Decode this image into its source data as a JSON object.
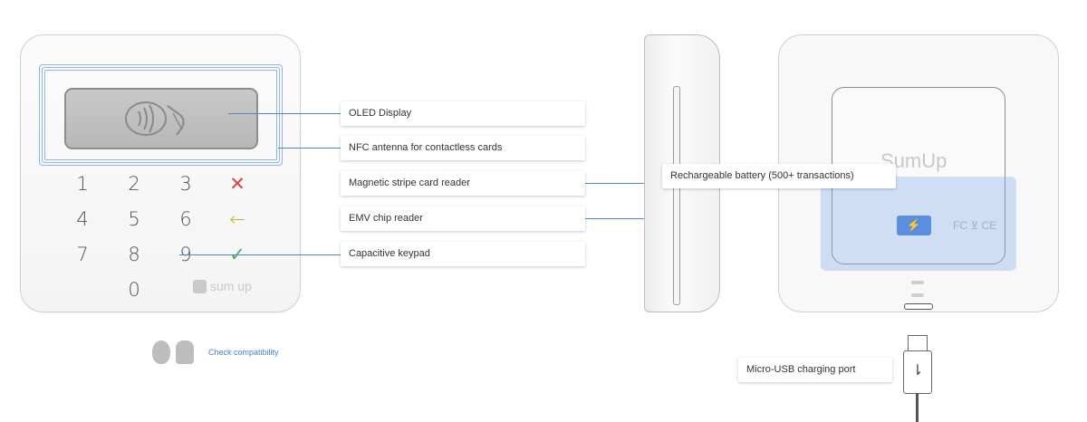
{
  "keypad": {
    "keys": [
      "1",
      "2",
      "3",
      "✕",
      "4",
      "5",
      "6",
      "←",
      "7",
      "8",
      "9",
      "✓",
      "0"
    ]
  },
  "brand": {
    "front_logo_text": "sum up",
    "back_logo_text": "SumUp",
    "regulatory_marks": "FC ⊻ CE"
  },
  "callouts": {
    "oled_display": "OLED Display",
    "nfc_antenna": "NFC antenna for contactless cards",
    "magnetic_stripe": "Magnetic stripe card reader",
    "emv_chip": "EMV chip reader",
    "capacitive_keypad": "Capacitive keypad",
    "battery": "Rechargeable battery (500+ transactions)",
    "usb_port": "Micro-USB charging port"
  },
  "compatibility": {
    "link_text": "Check compatibility",
    "icons": [
      "apple-icon",
      "android-icon"
    ]
  },
  "colors": {
    "accent_line": "#4f86c6",
    "battery_highlight": "#5b8fde",
    "link": "#4a7fd0"
  }
}
